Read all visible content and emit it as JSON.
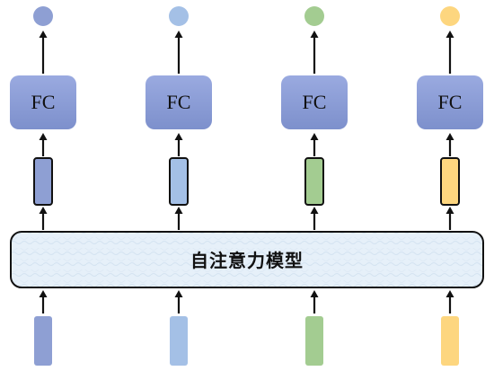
{
  "model": {
    "label": "自注意力模型"
  },
  "columns": [
    {
      "fc_label": "FC",
      "color": "#8e9fd3",
      "fc_color": "#8497d0"
    },
    {
      "fc_label": "FC",
      "color": "#a4c0e6",
      "fc_color": "#8497d0"
    },
    {
      "fc_label": "FC",
      "color": "#a3cc91",
      "fc_color": "#8497d0"
    },
    {
      "fc_label": "FC",
      "color": "#fdd67f",
      "fc_color": "#8497d0"
    }
  ],
  "colors": {
    "block_fill": "#e8f2fa",
    "stroke": "#111111"
  }
}
